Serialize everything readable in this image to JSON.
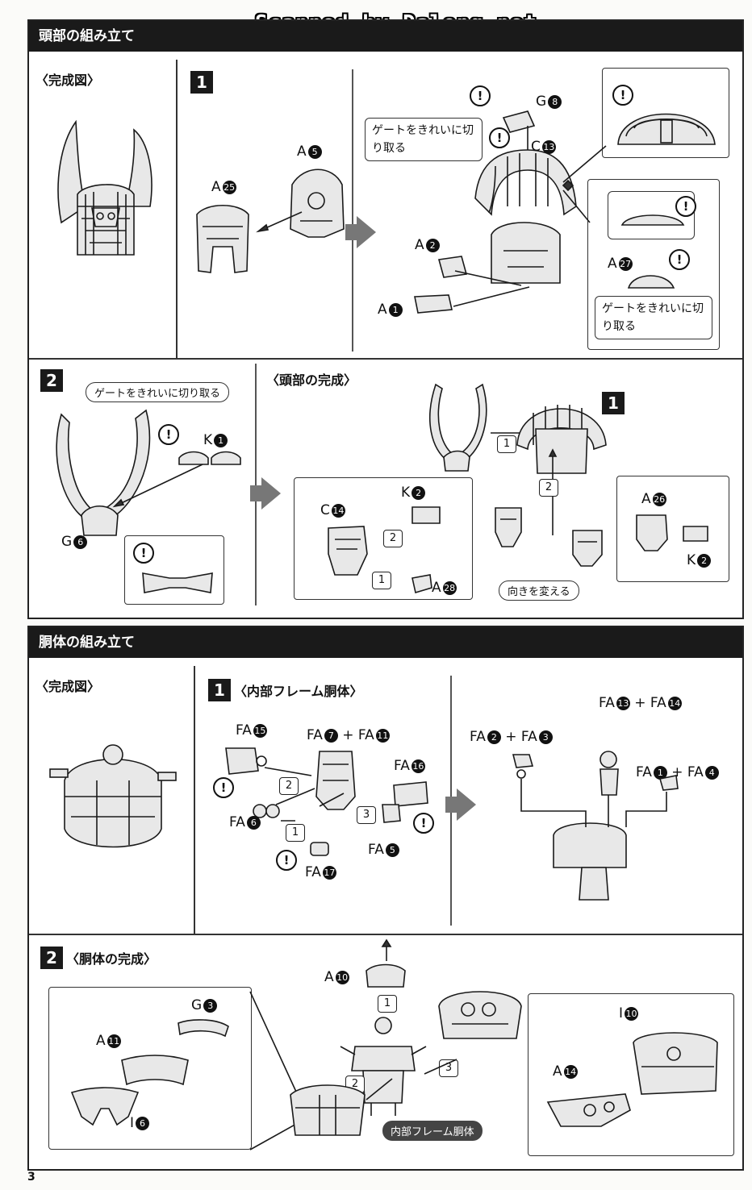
{
  "watermark": "Scanned by Dalong.net",
  "page_number": "3",
  "head_section": {
    "title": "頭部の組み立て",
    "completed_view_title": "〈完成図〉",
    "step1": {
      "number": "1",
      "labels": {
        "a25": "A",
        "a25n": "25",
        "a5": "A",
        "a5n": "5",
        "a2": "A",
        "a2n": "2",
        "a1": "A",
        "a1n": "1",
        "g8": "G",
        "g8n": "8",
        "c13": "C",
        "c13n": "13",
        "a27": "A",
        "a27n": "27"
      },
      "callout_gate_1": "ゲートをきれいに切り取る",
      "callout_gate_2": "ゲートをきれいに切り取る"
    },
    "step2": {
      "number": "2",
      "callout_gate": "ゲートをきれいに切り取る",
      "labels": {
        "k1": "K",
        "k1n": "1",
        "g6": "G",
        "g6n": "6",
        "c14": "C",
        "c14n": "14",
        "k2": "K",
        "k2n": "2",
        "a28": "A",
        "a28n": "28",
        "a26": "A",
        "a26n": "26",
        "k2b": "K",
        "k2bn": "2"
      },
      "head_complete_title": "〈頭部の完成〉",
      "ref_step": "1",
      "turn_around": "向きを変える",
      "order": [
        "1",
        "2",
        "1",
        "2"
      ]
    }
  },
  "body_section": {
    "title": "胴体の組み立て",
    "completed_view_title": "〈完成図〉",
    "step1": {
      "number": "1",
      "title": "〈内部フレーム胴体〉",
      "labels": {
        "fa15": "FA",
        "fa15n": "15",
        "fa7": "FA",
        "fa7n": "7",
        "plus1": "+",
        "fa11": "FA",
        "fa11n": "11",
        "fa16": "FA",
        "fa16n": "16",
        "fa6": "FA",
        "fa6n": "6",
        "fa5": "FA",
        "fa5n": "5",
        "fa17": "FA",
        "fa17n": "17",
        "fa2": "FA",
        "fa2n": "2",
        "plus2": "+",
        "fa3": "FA",
        "fa3n": "3",
        "fa13": "FA",
        "fa13n": "13",
        "plus3": "+",
        "fa14": "FA",
        "fa14n": "14",
        "fa1": "FA",
        "fa1n": "1",
        "plus4": "+",
        "fa4": "FA",
        "fa4n": "4"
      },
      "order": [
        "2",
        "3",
        "1"
      ]
    },
    "step2": {
      "number": "2",
      "title": "〈胴体の完成〉",
      "labels": {
        "g3": "G",
        "g3n": "3",
        "a11": "A",
        "a11n": "11",
        "i6": "I",
        "i6n": "6",
        "a10": "A",
        "a10n": "10",
        "i10": "I",
        "i10n": "10",
        "a14": "A",
        "a14n": "14"
      },
      "inner_frame_label": "内部フレーム胴体",
      "order": [
        "1",
        "2",
        "3"
      ]
    }
  }
}
